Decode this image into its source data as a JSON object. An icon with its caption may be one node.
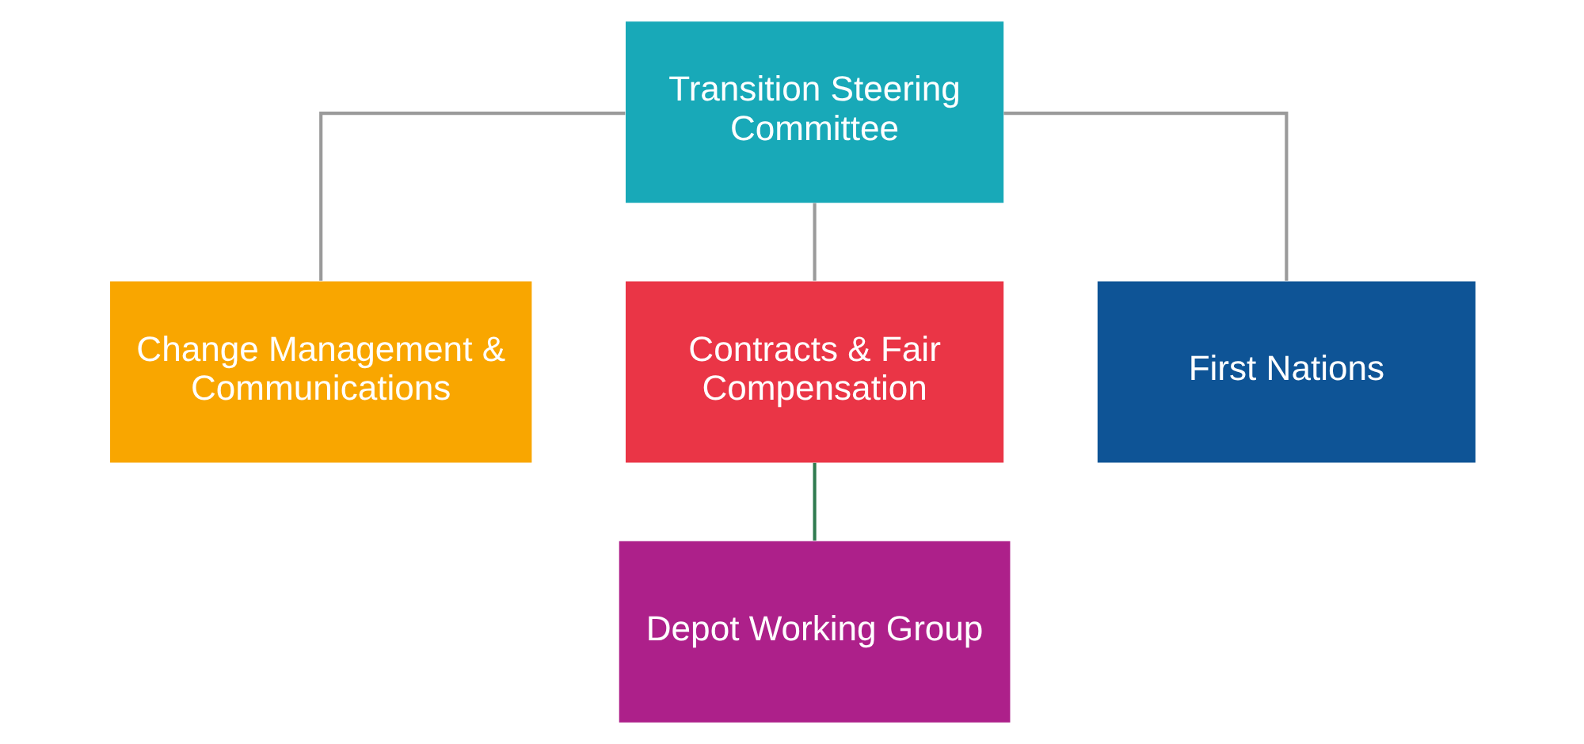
{
  "diagram": {
    "nodes": [
      {
        "text": [
          "Transition Steering Committee"
        ]
      },
      {
        "text": [
          "Change Management & Communications"
        ]
      },
      {
        "text": [
          "Contracts & Fair Compensation"
        ]
      },
      {
        "text": [
          "First Nations"
        ]
      },
      {
        "text": [
          "Depot Working Group"
        ]
      }
    ],
    "edges": [
      {
        "from": 0,
        "to": 1,
        "arrow": "none"
      },
      {
        "from": 0,
        "to": 2,
        "arrow": "none"
      },
      {
        "from": 0,
        "to": 3,
        "arrow": "none"
      },
      {
        "from": 2,
        "to": 4,
        "arrow": "none",
        "color": "#2f7a4f"
      }
    ]
  }
}
